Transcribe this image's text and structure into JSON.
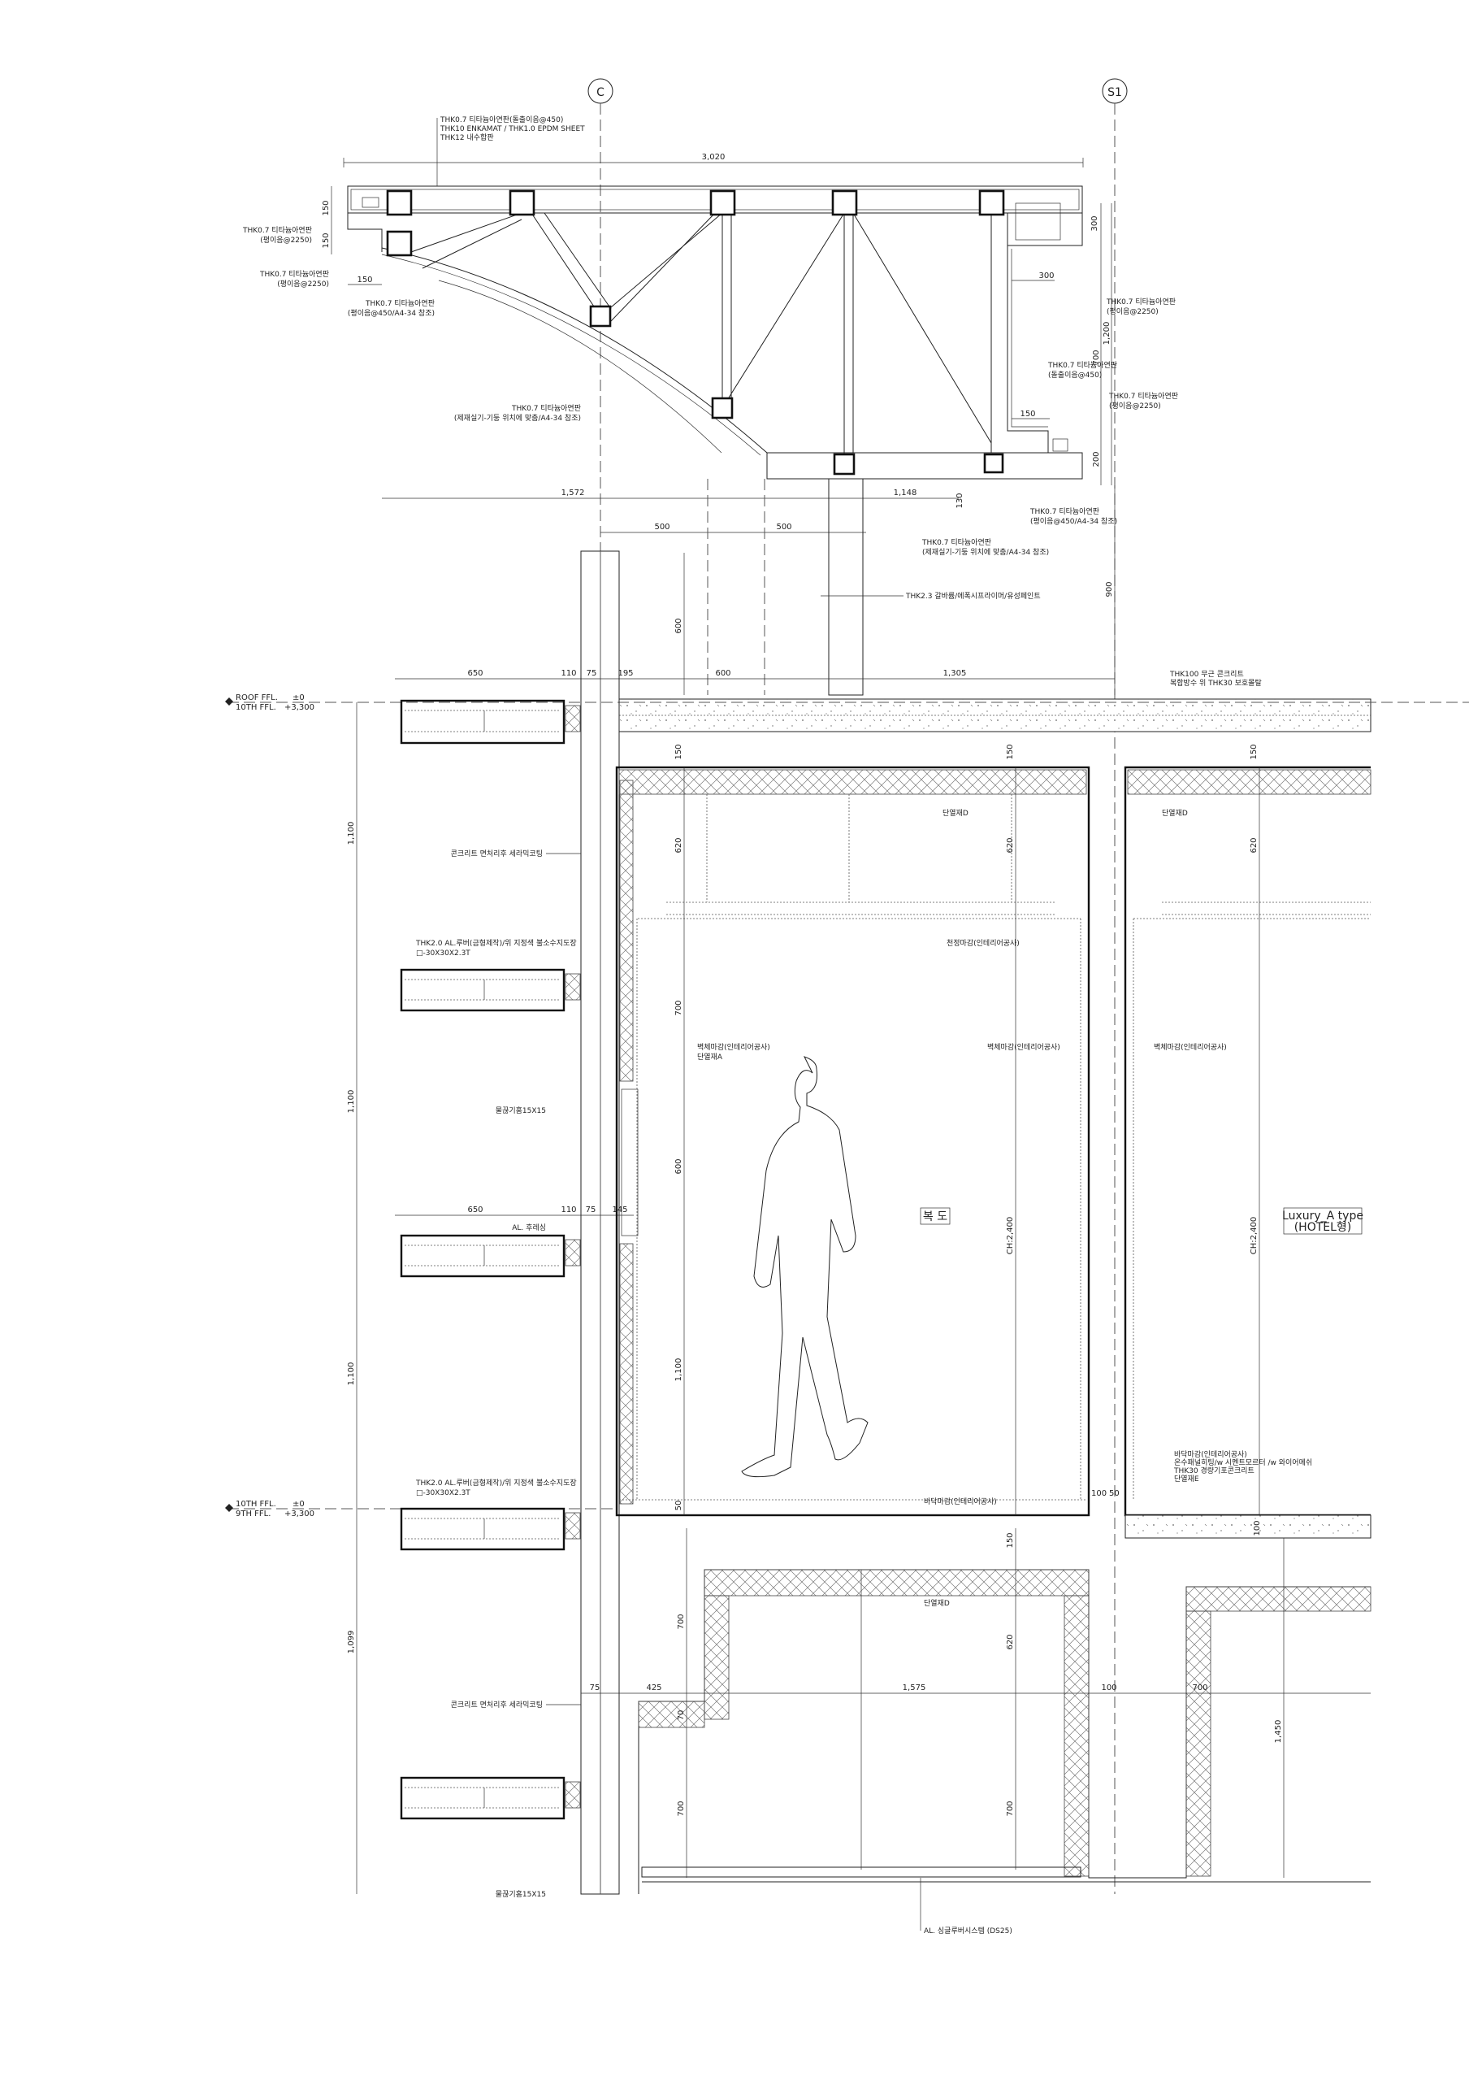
{
  "grid": {
    "c": "C",
    "s1": "S1"
  },
  "levels": [
    {
      "upper": "ROOF FFL.",
      "upper_val": "±0",
      "lower": "10TH FFL.",
      "lower_val": "+3,300"
    },
    {
      "upper": "10TH FFL.",
      "upper_val": "±0",
      "lower": "9TH FFL.",
      "lower_val": "+3,300"
    }
  ],
  "dims": {
    "truss_width": "3,020",
    "left_150a": "150",
    "left_150b": "150",
    "left_150c": "150",
    "right_300a": "300",
    "right_300b": "300",
    "right_1200": "1,200",
    "right_700": "700",
    "right_150": "150",
    "right_200": "200",
    "d1572": "1,572",
    "d1148": "1,148",
    "d130": "130",
    "d500a": "500",
    "d500b": "500",
    "d600_col": "600",
    "d900": "900",
    "d145": "145",
    "top_650": "650",
    "top_110": "110",
    "top_75": "75",
    "top_195": "195",
    "top_600": "600",
    "top_1305": "1,305",
    "mid_650": "650",
    "mid_110": "110",
    "mid_75": "75",
    "mid_145": "145",
    "lv_1100a": "1,100",
    "lv_1100b": "1,100",
    "lv_1100c": "1,100",
    "lv_1099": "1,099",
    "c_150": "150",
    "c_620": "620",
    "c_700": "700",
    "c_600": "600",
    "c_1100": "1,100",
    "c_50": "50",
    "r_150": "150",
    "r_620": "620",
    "r_ch": "CH:2,400",
    "h_150": "150",
    "h_620": "620",
    "h_ch": "CH:2,400",
    "f_100": "100",
    "f_50": "50",
    "f_100v": "100",
    "b_150": "150",
    "b_75": "75",
    "b_425": "425",
    "b_1575": "1,575",
    "b_100": "100",
    "b_700": "700",
    "b_700a": "700",
    "b_70": "70",
    "b_700b": "700",
    "b_620": "620",
    "b_700c": "700",
    "b_1450": "1,450"
  },
  "notes": {
    "top_1": "THK0.7 티타늄아연판(돌출이음@450)",
    "top_2": "THK10 ENKAMAT / THK1.0 EPDM SHEET",
    "top_3": "THK12 내수합판",
    "zinc": "THK0.7 티타늄아연판",
    "flat2250": "(평이음@2250)",
    "flat450_ref": "(평이음@450/A4-34 참조)",
    "proj450": "(돌출이음@450)",
    "column_ref": "(제재실기-기둥 위치에 맞춤/A4-34 참조)",
    "column_paint": "THK2.3 갈바륨/에폭시프라이머/유성페인트",
    "roof_1": "THK100 무근 콘크리트",
    "roof_2": "복합방수 위 THK30 보호몰탈",
    "concrete_finish": "콘크리트 면처리후 세라믹코팅",
    "louver_1": "THK2.0 AL.루버(금형제작)/위 지정색 불소수지도장",
    "louver_2": "□-30X30X2.3T",
    "drip": "물끊기홈15X15",
    "flashing": "AL. 후레싱",
    "insul_d": "단열재D",
    "ceiling_finish": "천정마감(인테리어공사)",
    "wall_finish": "벽체마감(인테리어공사)",
    "insul_a": "단열재A",
    "floor_finish": "바닥마감(인테리어공사)",
    "floor_2": "온수패널히팅/w 시멘트모르터 /w 와이어메쉬",
    "floor_3": "THK30 경량기포콘크리트",
    "floor_4": "단열재E",
    "ceiling_system": "AL. 싱글루버시스템 (DS25)"
  },
  "rooms": {
    "corridor": "복 도",
    "unit_1": "Luxury_A type",
    "unit_2": "(HOTEL형)"
  }
}
